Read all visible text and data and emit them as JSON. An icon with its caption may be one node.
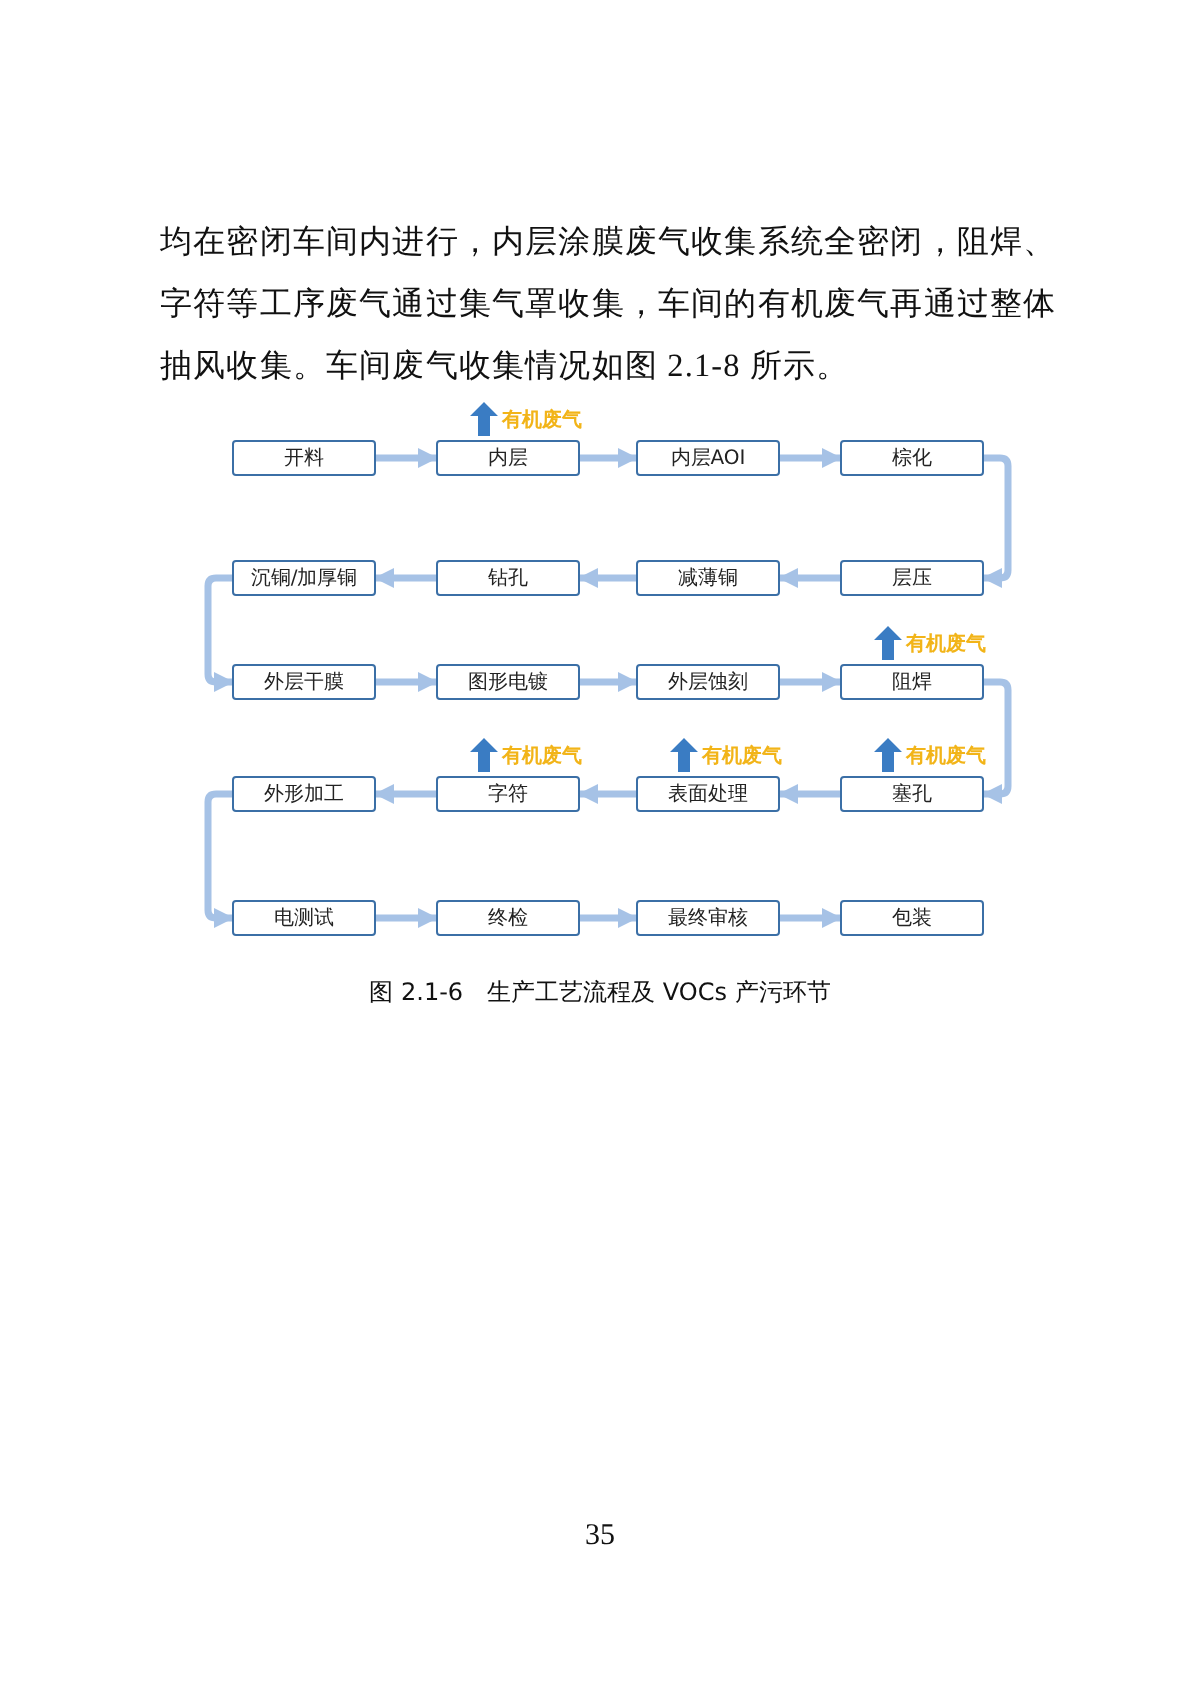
{
  "diagram": {
    "caption": "图 2.1-6　生产工艺流程及 VOCs 产污环节",
    "nodes": [
      {
        "text": [
          "开料"
        ]
      },
      {
        "text": [
          "内层"
        ],
        "beside": [
          "有机废气"
        ]
      },
      {
        "text": [
          "内层AOI"
        ]
      },
      {
        "text": [
          "棕化"
        ]
      },
      {
        "text": [
          "层压"
        ]
      },
      {
        "text": [
          "减薄铜"
        ]
      },
      {
        "text": [
          "钻孔"
        ]
      },
      {
        "text": [
          "沉铜/加厚铜"
        ]
      },
      {
        "text": [
          "外层干膜"
        ]
      },
      {
        "text": [
          "图形电镀"
        ]
      },
      {
        "text": [
          "外层蚀刻"
        ]
      },
      {
        "text": [
          "阻焊"
        ],
        "beside": [
          "有机废气"
        ]
      },
      {
        "text": [
          "塞孔"
        ],
        "beside": [
          "有机废气"
        ]
      },
      {
        "text": [
          "表面处理"
        ],
        "beside": [
          "有机废气"
        ]
      },
      {
        "text": [
          "字符"
        ],
        "beside": [
          "有机废气"
        ]
      },
      {
        "text": [
          "外形加工"
        ]
      },
      {
        "text": [
          "电测试"
        ]
      },
      {
        "text": [
          "终检"
        ]
      },
      {
        "text": [
          "最终审核"
        ]
      },
      {
        "text": [
          "包装"
        ]
      }
    ],
    "edges": [
      {
        "from": 0,
        "to": 1,
        "arrow": "to"
      },
      {
        "from": 1,
        "to": 2,
        "arrow": "to"
      },
      {
        "from": 2,
        "to": 3,
        "arrow": "to"
      },
      {
        "from": 3,
        "to": 4,
        "arrow": "to"
      },
      {
        "from": 4,
        "to": 5,
        "arrow": "to"
      },
      {
        "from": 5,
        "to": 6,
        "arrow": "to"
      },
      {
        "from": 6,
        "to": 7,
        "arrow": "to"
      },
      {
        "from": 7,
        "to": 8,
        "arrow": "to"
      },
      {
        "from": 8,
        "to": 9,
        "arrow": "to"
      },
      {
        "from": 9,
        "to": 10,
        "arrow": "to"
      },
      {
        "from": 10,
        "to": 11,
        "arrow": "to"
      },
      {
        "from": 11,
        "to": 12,
        "arrow": "to"
      },
      {
        "from": 12,
        "to": 13,
        "arrow": "to"
      },
      {
        "from": 13,
        "to": 14,
        "arrow": "to"
      },
      {
        "from": 14,
        "to": 15,
        "arrow": "to"
      },
      {
        "from": 15,
        "to": 16,
        "arrow": "to"
      },
      {
        "from": 16,
        "to": 17,
        "arrow": "to"
      },
      {
        "from": 17,
        "to": 18,
        "arrow": "to"
      },
      {
        "from": 18,
        "to": 19,
        "arrow": "to"
      }
    ],
    "labels": [
      "均在密闭车间内进行，内层涂膜废气收集系统全密闭，阻焊、字符等工序废气通过集气罩收集，车间的有机废气再通过整体抽风收集。车间废气收集情况如图 2.1-8 所示。",
      "35"
    ]
  }
}
